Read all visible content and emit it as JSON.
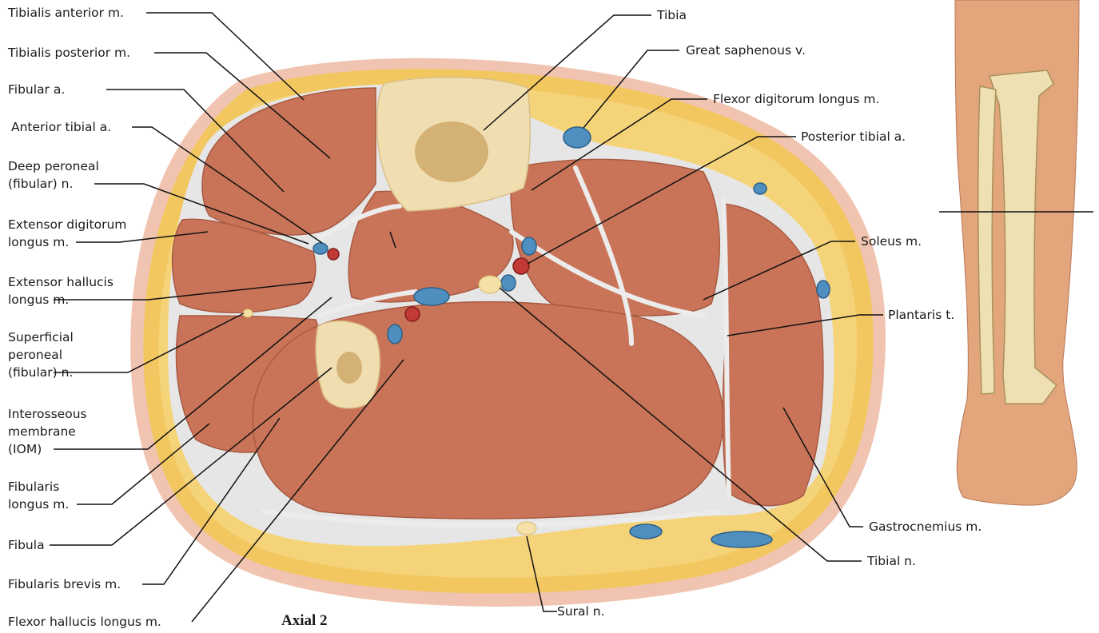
{
  "caption": "Axial 2",
  "labels": {
    "tibialis_anterior": "Tibialis anterior m.",
    "tibialis_posterior": "Tibialis posterior m.",
    "fibular_a": "Fibular a.",
    "anterior_tibial_a": "Anterior tibial a.",
    "deep_peroneal_1": "Deep peroneal",
    "deep_peroneal_2": "(fibular) n.",
    "ext_dig_1": "Extensor digitorum",
    "ext_dig_2": "longus m.",
    "ext_hal_1": "Extensor hallucis",
    "ext_hal_2": "longus m.",
    "sup_per_1": "Superficial",
    "sup_per_2": "peroneal",
    "sup_per_3": "(fibular) n.",
    "iom_1": "Interosseous",
    "iom_2": "membrane",
    "iom_3": "(IOM)",
    "fib_longus_1": "Fibularis",
    "fib_longus_2": "longus m.",
    "fibula": "Fibula",
    "fib_brevis": "Fibularis  brevis m.",
    "flex_hal": "Flexor hallucis longus m.",
    "tibia": "Tibia",
    "great_saphenous": "Great saphenous v.",
    "flex_dig": "Flexor digitorum longus m.",
    "post_tibial_a": "Posterior tibial a.",
    "soleus": "Soleus m.",
    "plantaris": "Plantaris t.",
    "gastrocnemius": "Gastrocnemius m.",
    "tibial_n": "Tibial n.",
    "sural_n": "Sural n."
  },
  "colors": {
    "skin": "#f0c4b0",
    "fat": "#f2c760",
    "fat_inner": "#f7d983",
    "muscle": "#c97458",
    "muscle_edge": "#a85a42",
    "fascia": "#e6e6e6",
    "bone": "#f1deb0",
    "marrow": "#c9a262",
    "vein": "#4f8fc0",
    "artery": "#c23a36",
    "nerve": "#f5e1a8",
    "leader": "#111111"
  }
}
